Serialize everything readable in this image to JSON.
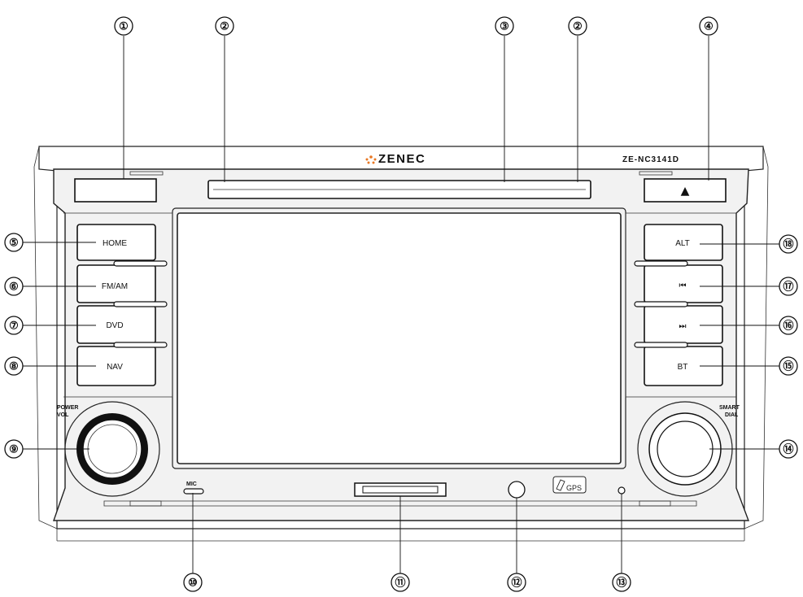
{
  "device": {
    "brand": "ZENEC",
    "model": "ZE-NC3141D"
  },
  "buttons": {
    "left": [
      "HOME",
      "FM/AM",
      "DVD",
      "NAV"
    ],
    "right": [
      "ALT",
      "⏮",
      "⏭",
      "BT"
    ],
    "eject_symbol": "▲"
  },
  "labels": {
    "power_vol_line1": "POWER",
    "power_vol_line2": "VOL",
    "smart_dial_line1": "SMART",
    "smart_dial_line2": "DIAL",
    "mic": "MIC",
    "gps": "GPS"
  },
  "callouts": [
    "①",
    "②",
    "③",
    "②",
    "④",
    "⑤",
    "⑥",
    "⑦",
    "⑧",
    "⑨",
    "⑩",
    "⑪",
    "⑫",
    "⑬",
    "⑭",
    "⑮",
    "⑯",
    "⑰",
    "⑱"
  ],
  "colors": {
    "logo_accent": "#e87722",
    "outline": "#222222"
  }
}
